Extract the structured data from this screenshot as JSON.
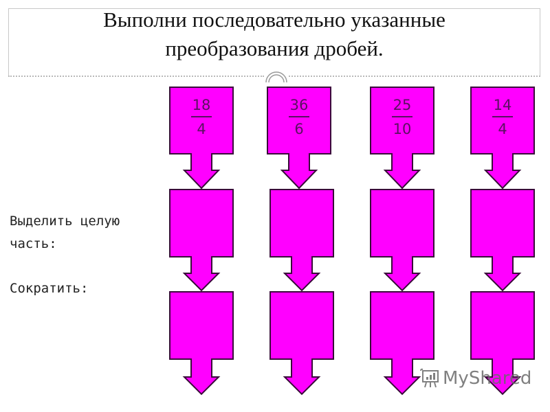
{
  "slide": {
    "title_line1": "Выполни последовательно указанные",
    "title_line2": "преобразования дробей."
  },
  "steps": {
    "step1": "Выделить целую",
    "step1_cont": "часть:",
    "step2": "Сократить:"
  },
  "columns": [
    {
      "numerator": "18",
      "denominator": "4"
    },
    {
      "numerator": "36",
      "denominator": "6"
    },
    {
      "numerator": "25",
      "denominator": "10"
    },
    {
      "numerator": "14",
      "denominator": "4"
    }
  ],
  "colors": {
    "box_fill": "#ff00ff",
    "box_border": "#3a0a3a",
    "fraction_text": "#5a1060"
  },
  "watermark": {
    "text": "MyShared"
  }
}
